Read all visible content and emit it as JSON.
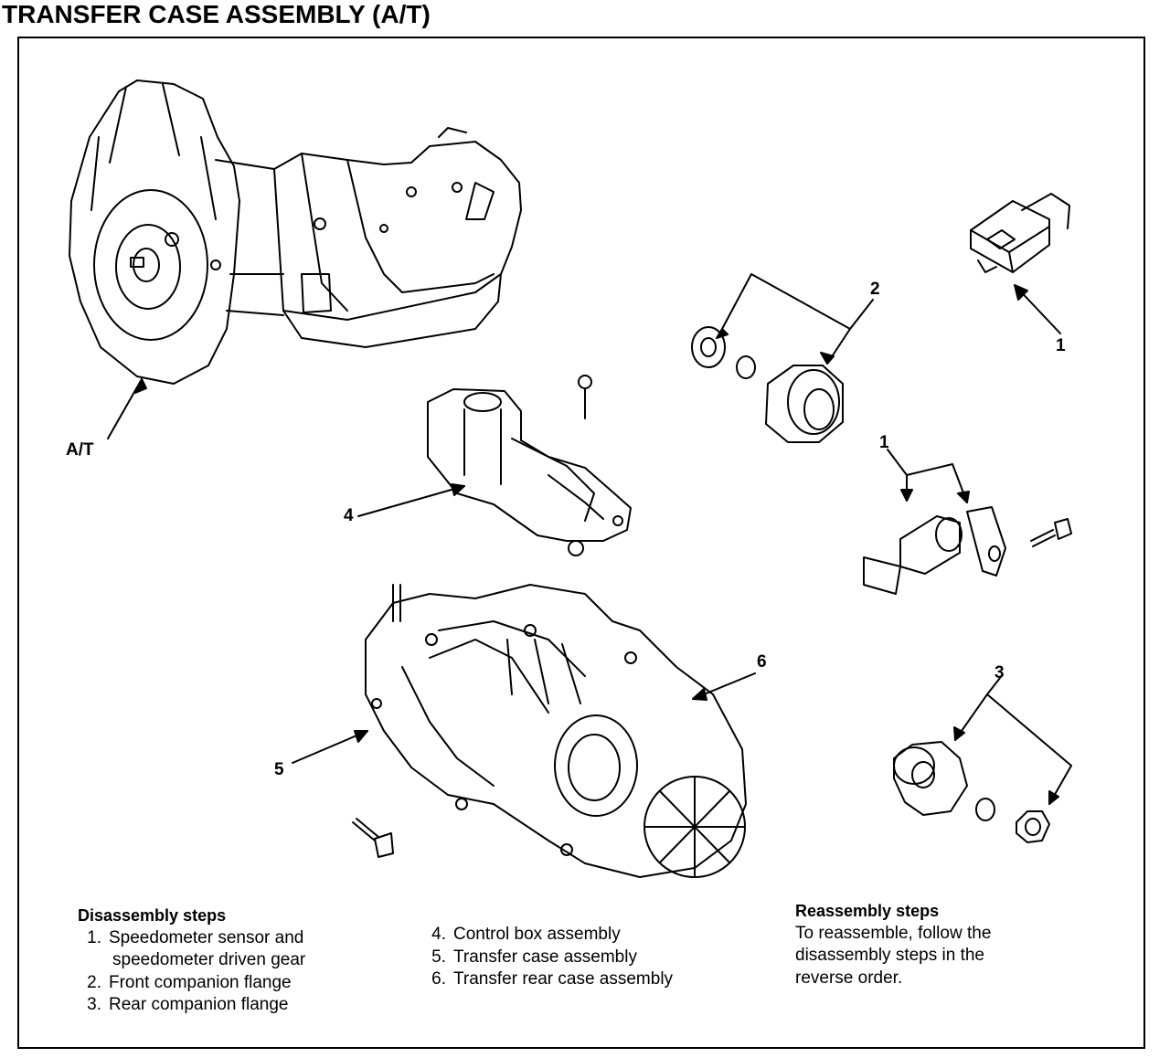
{
  "title": "TRANSFER CASE ASSEMBLY (A/T)",
  "callouts": {
    "at": "A/T",
    "c1_top": "1",
    "c1_mid": "1",
    "c2": "2",
    "c3": "3",
    "c4": "4",
    "c5": "5",
    "c6": "6"
  },
  "disassembly": {
    "heading": "Disassembly steps",
    "items": [
      {
        "num": "1.",
        "text": "Speedometer sensor and",
        "cont": "speedometer driven gear"
      },
      {
        "num": "2.",
        "text": "Front companion flange"
      },
      {
        "num": "3.",
        "text": "Rear companion flange"
      },
      {
        "num": "4.",
        "text": "Control box assembly"
      },
      {
        "num": "5.",
        "text": "Transfer case assembly"
      },
      {
        "num": "6.",
        "text": "Transfer rear case assembly"
      }
    ]
  },
  "reassembly": {
    "heading": "Reassembly steps",
    "lines": [
      "To reassemble, follow the",
      "disassembly steps in the",
      "reverse order."
    ]
  }
}
